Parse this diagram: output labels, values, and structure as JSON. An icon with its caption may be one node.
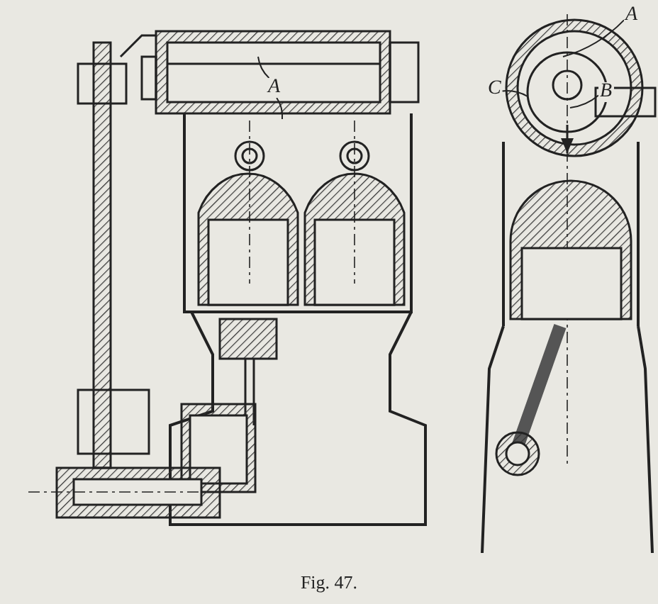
{
  "diagram": {
    "caption": "Fig. 47.",
    "nodes": [
      {
        "text": [
          "A"
        ]
      },
      {
        "text": [
          "A"
        ]
      },
      {
        "text": [
          "C"
        ]
      },
      {
        "text": [
          "B"
        ]
      }
    ],
    "edges": [
      {
        "from": 0,
        "to": null,
        "arrow": "none"
      },
      {
        "from": 0,
        "to": null,
        "arrow": "none"
      },
      {
        "from": 1,
        "to": null,
        "arrow": "none"
      },
      {
        "from": 2,
        "to": null,
        "arrow": "none"
      },
      {
        "from": 3,
        "to": null,
        "arrow": "none"
      }
    ]
  }
}
